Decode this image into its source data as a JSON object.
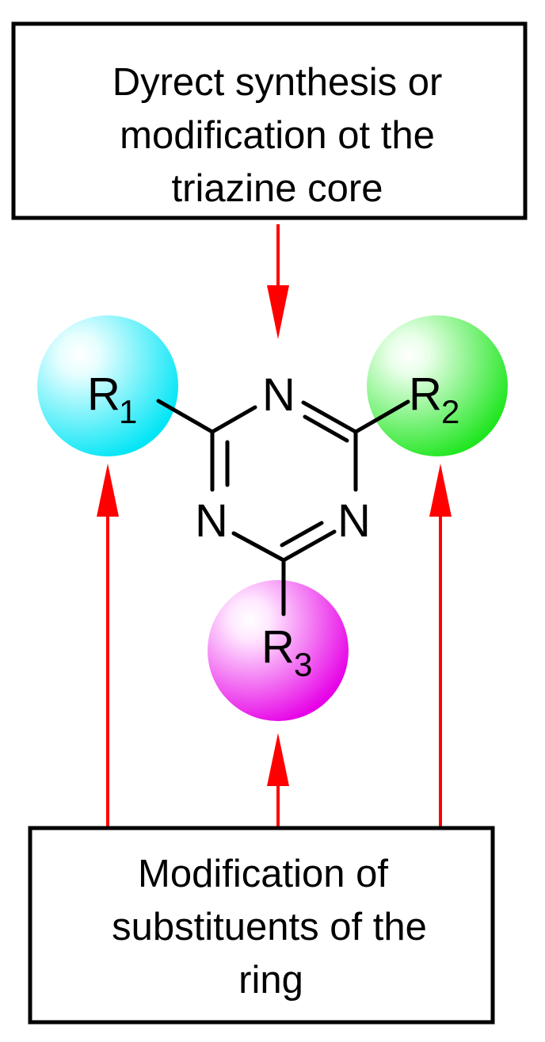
{
  "top_box": {
    "lines": [
      "Dyrect synthesis or",
      "modification ot the",
      "triazine core"
    ]
  },
  "bottom_box": {
    "lines": [
      "Modification of",
      "substituents of the",
      "ring"
    ]
  },
  "triazine": {
    "atom_label": "N"
  },
  "substituents": {
    "r1": {
      "letter": "R",
      "index": "1",
      "color": "#00e5f5"
    },
    "r2": {
      "letter": "R",
      "index": "2",
      "color": "#1ee61e"
    },
    "r3": {
      "letter": "R",
      "index": "3",
      "color": "#e600e6"
    }
  },
  "colors": {
    "arrow": "#ff0000",
    "border": "#000000",
    "bond": "#000000"
  }
}
